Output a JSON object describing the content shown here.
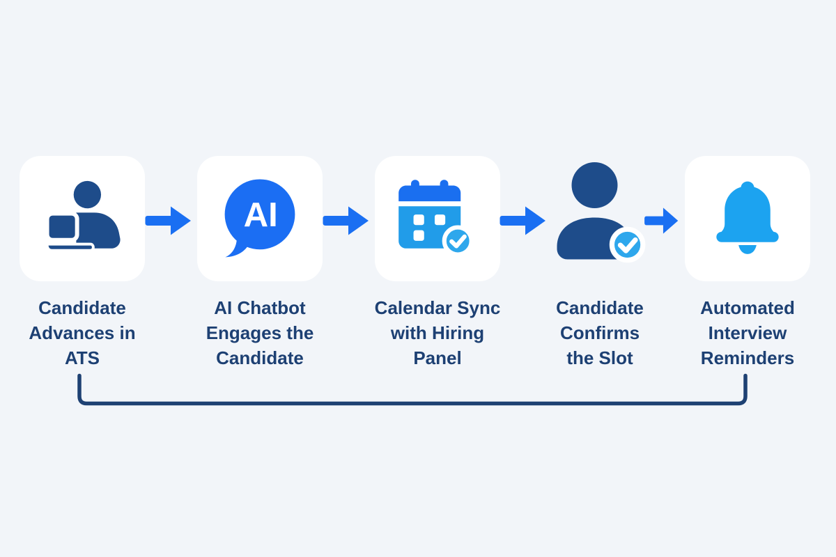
{
  "diagram": {
    "type": "flowchart",
    "flow_direction": "left-to-right",
    "steps": [
      {
        "order": 1,
        "label": "Candidate Advances in ATS",
        "lines": [
          "Candidate",
          "Advances in",
          "ATS"
        ],
        "icon": "person-at-laptop-icon",
        "has_card": true
      },
      {
        "order": 2,
        "label": "AI Chatbot Engages the Candidate",
        "lines": [
          "AI Chatbot",
          "Engages the",
          "Candidate"
        ],
        "icon": "ai-chat-bubble-icon",
        "icon_text": "AI",
        "has_card": true
      },
      {
        "order": 3,
        "label": "Calendar Sync with Hiring Panel",
        "lines": [
          "Calendar Sync",
          "with Hiring",
          "Panel"
        ],
        "icon": "calendar-check-icon",
        "has_card": true
      },
      {
        "order": 4,
        "label": "Candidate Confirms the Slot",
        "lines": [
          "Candidate",
          "Confirms",
          "the Slot"
        ],
        "icon": "person-check-icon",
        "has_card": false
      },
      {
        "order": 5,
        "label": "Automated Interview Reminders",
        "lines": [
          "Automated",
          "Interview",
          "Reminders"
        ],
        "icon": "bell-icon",
        "has_card": true
      }
    ],
    "connectors": {
      "forward_arrow_count": 4,
      "loopback": {
        "from_step": 5,
        "to_step": 1,
        "shape": "u-bracket"
      }
    },
    "colors": {
      "background": "#F2F5F9",
      "card": "#FFFFFF",
      "icon_navy": "#1E4C8A",
      "label_text": "#1D4073",
      "arrow_blue": "#1A6FF2",
      "chat_bubble_blue": "#1B6EF3",
      "calendar_header_blue": "#1A6FF0",
      "calendar_body_blue": "#219CE9",
      "check_badge_blue": "#2EA7EC",
      "bell_blue": "#1CA3F0",
      "loopback_line": "#1E4173"
    }
  }
}
